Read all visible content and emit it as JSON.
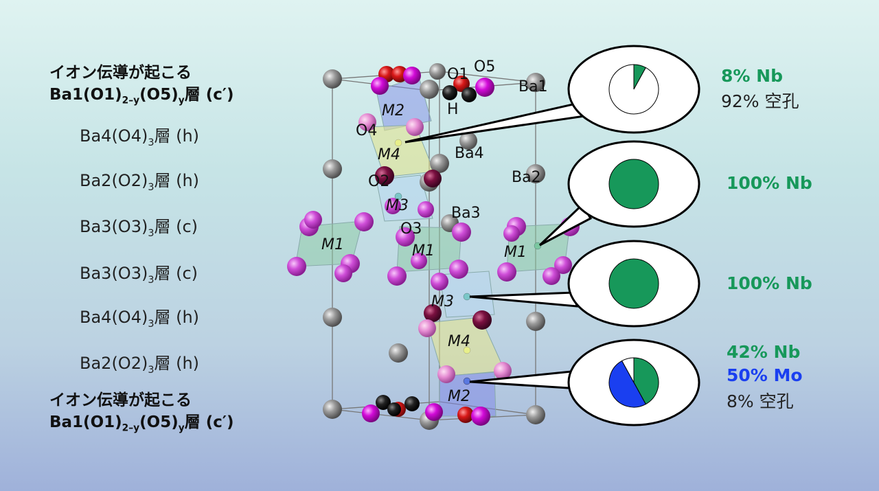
{
  "layers": [
    {
      "id": "top-ba1",
      "line1": "イオン伝導が起こる",
      "line2": "Ba1(O1)",
      "sub1": "2–y",
      "mid": "(O5)",
      "sub2": "y",
      "tail": "層 (c′)"
    },
    {
      "id": "ba4-1",
      "pre": "Ba4(O4)",
      "sub": "3",
      "post": "層 (h)"
    },
    {
      "id": "ba2-1",
      "pre": "Ba2(O2)",
      "sub": "3",
      "post": "層 (h)"
    },
    {
      "id": "ba3-1",
      "pre": "Ba3(O3)",
      "sub": "3",
      "post": "層 (c)"
    },
    {
      "id": "ba3-2",
      "pre": "Ba3(O3)",
      "sub": "3",
      "post": "層 (c)"
    },
    {
      "id": "ba4-2",
      "pre": "Ba4(O4)",
      "sub": "3",
      "post": "層 (h)"
    },
    {
      "id": "ba2-2",
      "pre": "Ba2(O2)",
      "sub": "3",
      "post": "層 (h)"
    },
    {
      "id": "bottom-ba1",
      "line1": "イオン伝導が起こる",
      "line2": "Ba1(O1)",
      "sub1": "2–y",
      "mid": "(O5)",
      "sub2": "y",
      "tail": "層 (c′)"
    }
  ],
  "atom_labels": {
    "o1": "O1",
    "o5": "O5",
    "ba1": "Ba1",
    "m2_top": "M2",
    "h": "H",
    "o4": "O4",
    "m4_top": "M4",
    "ba4": "Ba4",
    "o2": "O2",
    "ba2": "Ba2",
    "m3_top": "M3",
    "ba3": "Ba3",
    "o3": "O3",
    "m1_left": "M1",
    "m1_mid": "M1",
    "m1_right": "M1",
    "m3_bot": "M3",
    "m4_bot": "M4",
    "m2_bot": "M2"
  },
  "occupancies": [
    {
      "site": "M4",
      "nb_label": "8% Nb",
      "vac_label": "92% 空孔",
      "nb": 8,
      "mo": 0,
      "vacancy": 92
    },
    {
      "site": "M1",
      "nb_label": "100% Nb",
      "nb": 100,
      "mo": 0,
      "vacancy": 0
    },
    {
      "site": "M3",
      "nb_label": "100% Nb",
      "nb": 100,
      "mo": 0,
      "vacancy": 0
    },
    {
      "site": "M2",
      "nb_label": "42% Nb",
      "mo_label": "50% Mo",
      "vac_label": "8% 空孔",
      "nb": 42,
      "mo": 50,
      "vacancy": 8
    }
  ],
  "colors": {
    "nb": "#17985a",
    "mo": "#1a3ff0",
    "vacancy": "#ffffff",
    "ba": "#8a8a8a",
    "o_pink": "#d64fe0",
    "o_dark": "#7a1040",
    "o_red": "#d81818",
    "h": "#111111"
  }
}
